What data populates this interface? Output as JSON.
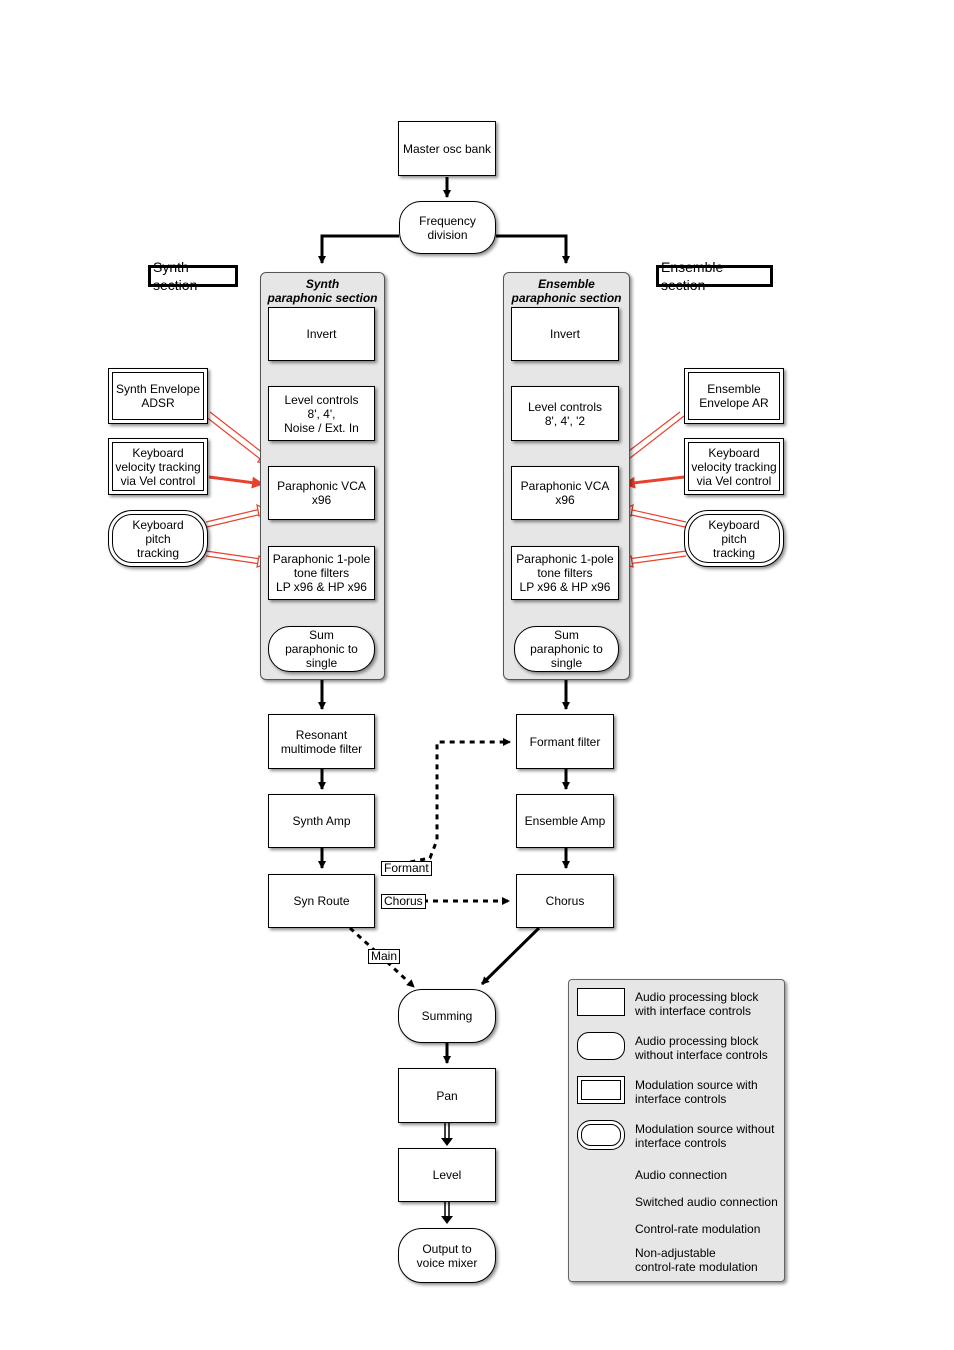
{
  "nodes": {
    "master_osc_bank": "Master osc bank",
    "frequency_division": "Frequency\ndivision",
    "synth_invert": "Invert",
    "synth_level_controls": "Level controls\n8', 4',\nNoise / Ext. In",
    "synth_paraphonic_vca": "Paraphonic VCA\nx96",
    "synth_tone_filters": "Paraphonic 1-pole\ntone filters\nLP x96 & HP x96",
    "synth_sum": "Sum\nparaphonic to\nsingle",
    "ensemble_invert": "Invert",
    "ensemble_level_controls": "Level controls\n8', 4', '2",
    "ensemble_paraphonic_vca": "Paraphonic VCA\nx96",
    "ensemble_tone_filters": "Paraphonic 1-pole\ntone filters\nLP x96 & HP x96",
    "ensemble_sum": "Sum\nparaphonic to\nsingle",
    "resonant_filter": "Resonant\nmultimode filter",
    "formant_filter": "Formant filter",
    "synth_amp": "Synth Amp",
    "ensemble_amp": "Ensemble Amp",
    "syn_route": "Syn Route",
    "chorus": "Chorus",
    "summing": "Summing",
    "pan": "Pan",
    "level": "Level",
    "output": "Output to\nvoice mixer",
    "synth_envelope": "Synth Envelope\nADSR",
    "synth_velocity": "Keyboard\nvelocity tracking\nvia Vel control",
    "synth_pitch": "Keyboard\npitch\ntracking",
    "ensemble_envelope": "Ensemble\nEnvelope AR",
    "ensemble_velocity": "Keyboard\nvelocity tracking\nvia Vel control",
    "ensemble_pitch": "Keyboard\npitch\ntracking"
  },
  "groups": {
    "synth_title": "Synth\nparaphonic section",
    "ensemble_title": "Ensemble\nparaphonic section"
  },
  "section_labels": {
    "synth": "Synth section",
    "ensemble": "Ensemble section"
  },
  "route_tags": {
    "formant": "Formant",
    "chorus": "Chorus",
    "main": "Main"
  },
  "legend": [
    "Audio processing block\nwith interface controls",
    "Audio processing block\nwithout interface controls",
    "Modulation source with\ninterface controls",
    "Modulation source without\ninterface controls",
    "Audio connection",
    "Switched audio connection",
    "Control-rate modulation",
    "Non-adjustable\ncontrol-rate modulation"
  ],
  "colors": {
    "modulation": "#e8412c",
    "group_fill": "#e6e6e6"
  }
}
